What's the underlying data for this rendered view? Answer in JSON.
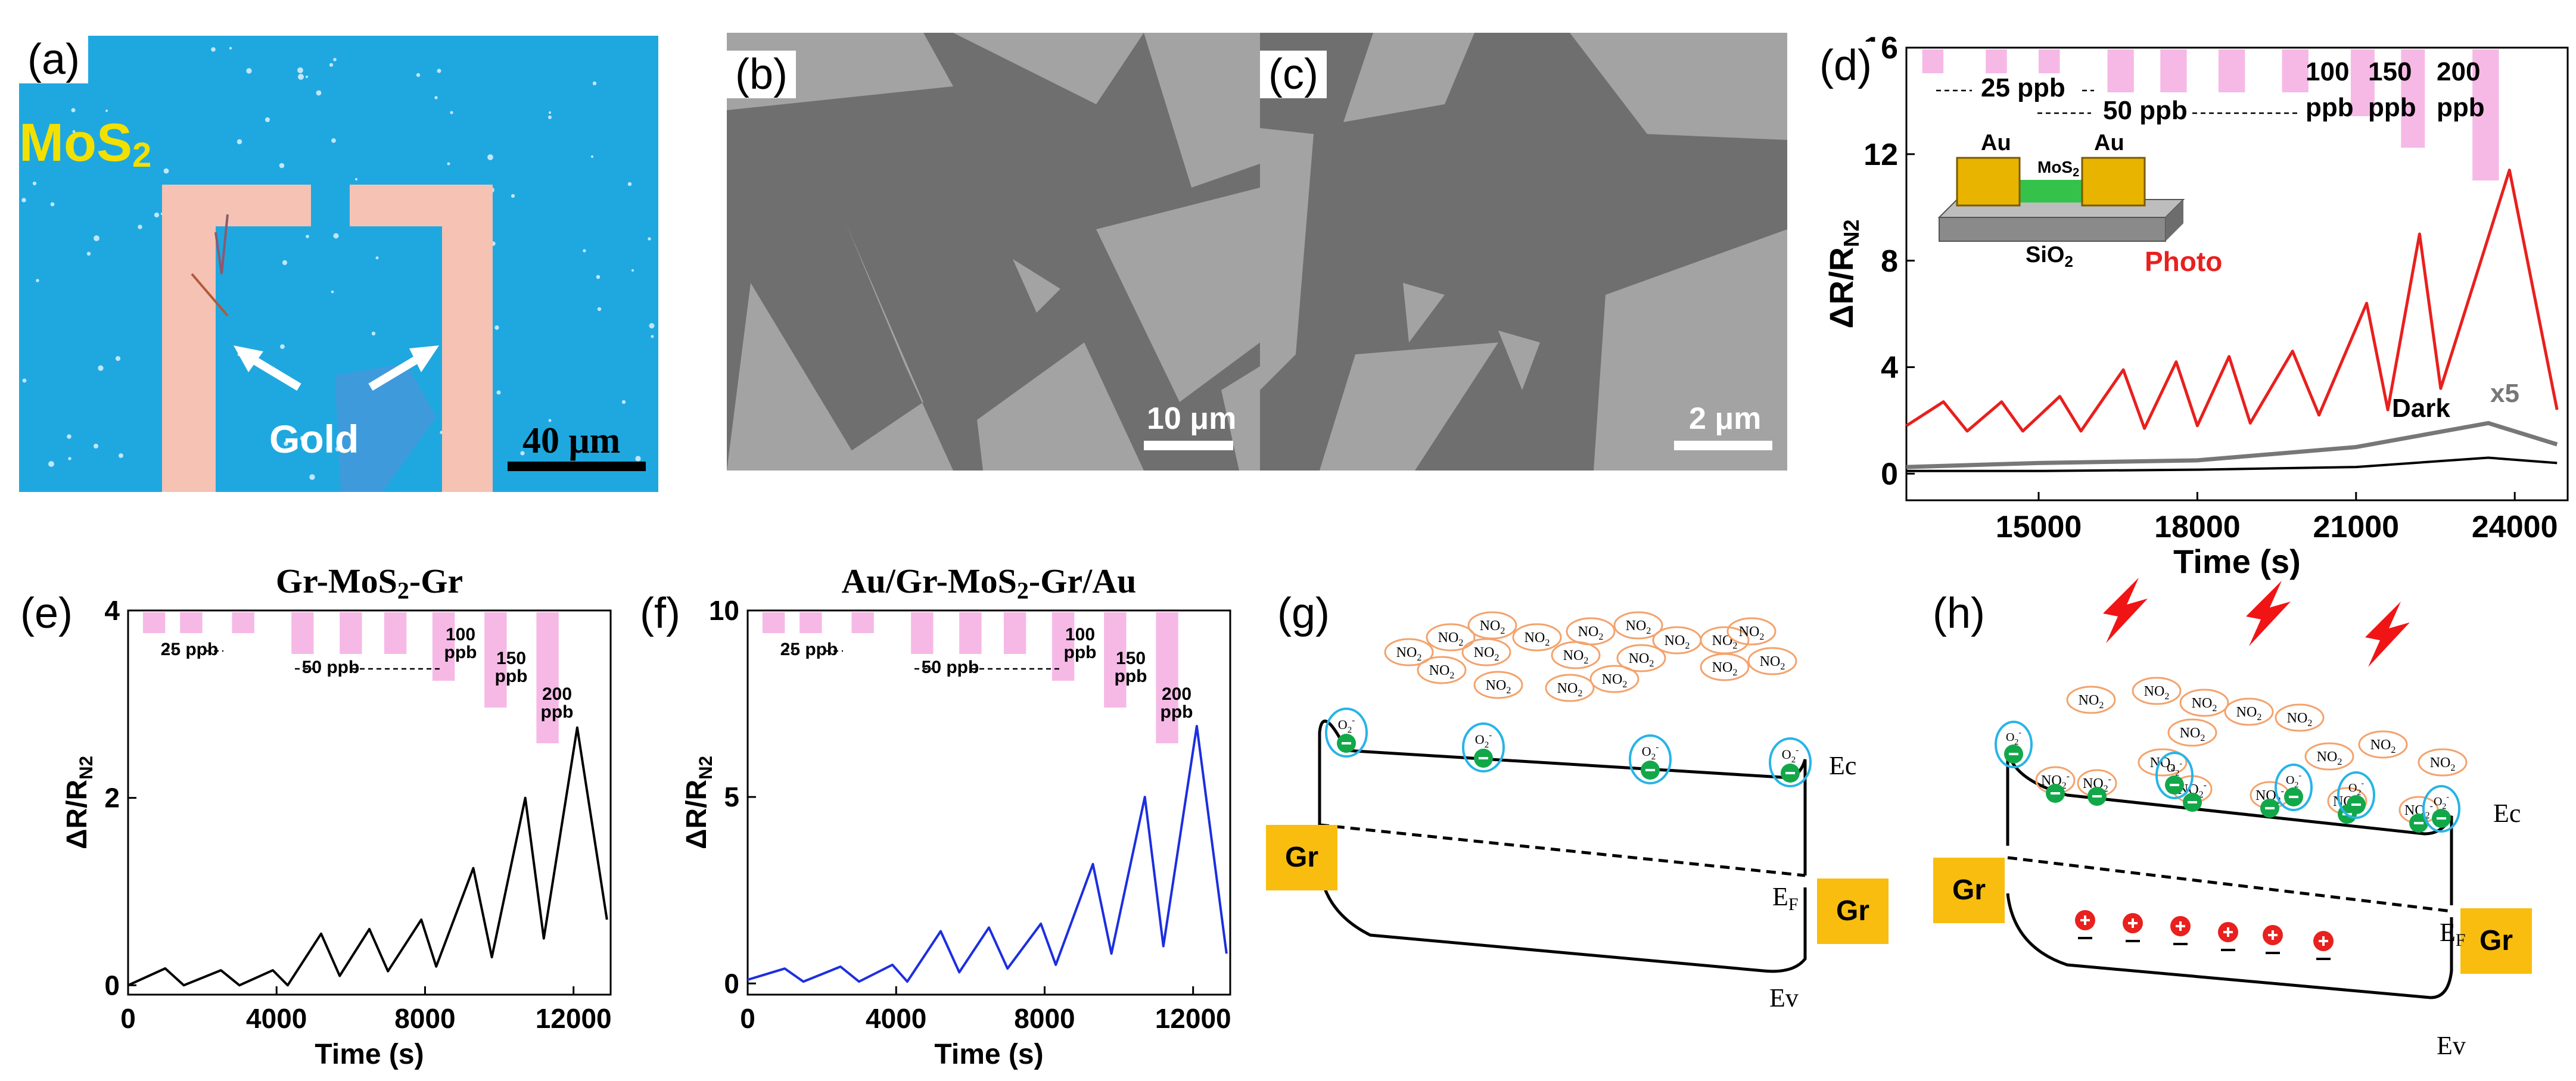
{
  "panels": {
    "a": {
      "label": "(a)",
      "material": "MoS",
      "material_sub": "2",
      "gold_label": "Gold",
      "scale_bar": "40 μm"
    },
    "b": {
      "label": "(b)",
      "scale_bar": "10 μm"
    },
    "c": {
      "label": "(c)",
      "scale_bar": "2 μm"
    },
    "d": {
      "label": "(d)",
      "xlabel": "Time (s)",
      "ylabel": "ΔR/R",
      "ylabel_sub": "N2",
      "photo_label": "Photo",
      "dark_label": "Dark",
      "x5_label": "x5",
      "conc_labels": [
        "25 ppb",
        "50 ppb",
        "100",
        "ppb",
        "150",
        "ppb",
        "200",
        "ppb"
      ],
      "device_labels": {
        "au_left": "Au",
        "mos2": "MoS",
        "mos2_sub": "2",
        "au_right": "Au",
        "sio2": "SiO",
        "sio2_sub": "2"
      },
      "xticks": [
        "15000",
        "18000",
        "21000",
        "24000"
      ],
      "yticks": [
        "0",
        "4",
        "8",
        "12",
        "16"
      ]
    },
    "e": {
      "label": "(e)",
      "title": "Gr-MoS",
      "title_sub": "2",
      "title_end": "-Gr",
      "xlabel": "Time (s)",
      "ylabel": "ΔR/R",
      "ylabel_sub": "N2",
      "conc_labels": [
        "25 ppb",
        "50 ppb",
        "100",
        "ppb",
        "150",
        "ppb",
        "200",
        "ppb"
      ],
      "xticks": [
        "0",
        "4000",
        "8000",
        "12000"
      ],
      "yticks": [
        "0",
        "2",
        "4"
      ]
    },
    "f": {
      "label": "(f)",
      "title": "Au/Gr-MoS",
      "title_sub": "2",
      "title_end": "-Gr/Au",
      "xlabel": "Time (s)",
      "ylabel": "ΔR/R",
      "ylabel_sub": "N2",
      "conc_labels": [
        "25 ppb",
        "50 ppb",
        "100",
        "ppb",
        "150",
        "ppb",
        "200",
        "ppb"
      ],
      "xticks": [
        "0",
        "4000",
        "8000",
        "12000"
      ],
      "yticks": [
        "0",
        "5",
        "10"
      ]
    },
    "g": {
      "label": "(g)",
      "gr": "Gr",
      "ec": "Ec",
      "ef": "E",
      "ef_sub": "F",
      "ev": "Ev",
      "no2": "NO",
      "no2_sub": "2",
      "o2": "O",
      "o2_sub": "2",
      "o2_sup": "-"
    },
    "h": {
      "label": "(h)",
      "gr": "Gr",
      "ec": "Ec",
      "ef": "E",
      "ef_sub": "F",
      "ev": "Ev",
      "no2": "NO",
      "no2_sub": "2",
      "o2": "O",
      "o2_sub": "2",
      "o2_sup": "-"
    }
  },
  "colors": {
    "substrate": "#1fa8e0",
    "gold_pad": "#f5c2b4",
    "sem_bg": "#6f6f6f",
    "sem_flake": "#a3a3a3",
    "photo": "#e8201e",
    "dark": "#000000",
    "x5": "#777777",
    "gas_pulse": "#f6b9e6",
    "gr_pad": "#f8bd0f",
    "blue_curve": "#1c2ee0",
    "o2_ring": "#28b4e6",
    "electron": "#12a84a",
    "hole": "#e8201e",
    "bolt": "#f01414",
    "no2_ring": "#f3a36c"
  },
  "chart_data": [
    {
      "type": "line",
      "panel": "d",
      "title": "",
      "xlabel": "Time (s)",
      "ylabel": "ΔR/RN2",
      "xlim": [
        12500,
        25000
      ],
      "ylim": [
        -1,
        16
      ],
      "series": [
        {
          "name": "Photo",
          "points": [
            [
              12500,
              1.8
            ],
            [
              13200,
              2.7
            ],
            [
              13650,
              1.6
            ],
            [
              14300,
              2.7
            ],
            [
              14700,
              1.6
            ],
            [
              15400,
              2.9
            ],
            [
              15800,
              1.6
            ],
            [
              16600,
              3.9
            ],
            [
              17000,
              1.7
            ],
            [
              17600,
              4.2
            ],
            [
              18000,
              1.8
            ],
            [
              18600,
              4.4
            ],
            [
              19000,
              1.9
            ],
            [
              19800,
              4.6
            ],
            [
              20300,
              2.2
            ],
            [
              21200,
              6.4
            ],
            [
              21600,
              2.4
            ],
            [
              22200,
              9.0
            ],
            [
              22600,
              3.2
            ],
            [
              23900,
              11.4
            ],
            [
              24800,
              2.4
            ]
          ]
        },
        {
          "name": "Dark",
          "points": [
            [
              12500,
              0.1
            ],
            [
              15000,
              0.1
            ],
            [
              18000,
              0.15
            ],
            [
              21000,
              0.25
            ],
            [
              23500,
              0.6
            ],
            [
              24800,
              0.4
            ]
          ]
        },
        {
          "name": "x5",
          "points": [
            [
              12500,
              0.25
            ],
            [
              15000,
              0.4
            ],
            [
              18000,
              0.5
            ],
            [
              21000,
              1.0
            ],
            [
              23500,
              1.9
            ],
            [
              24800,
              1.1
            ]
          ]
        }
      ]
    },
    {
      "type": "line",
      "panel": "e",
      "title": "Gr-MoS2-Gr",
      "xlabel": "Time (s)",
      "ylabel": "ΔR/RN2",
      "xlim": [
        0,
        13000
      ],
      "ylim": [
        -0.1,
        4
      ],
      "series": [
        {
          "name": "",
          "points": [
            [
              0,
              0
            ],
            [
              1000,
              0.18
            ],
            [
              1500,
              0
            ],
            [
              2500,
              0.16
            ],
            [
              3000,
              0
            ],
            [
              3900,
              0.16
            ],
            [
              4300,
              0
            ],
            [
              5200,
              0.55
            ],
            [
              5700,
              0.1
            ],
            [
              6500,
              0.6
            ],
            [
              7000,
              0.15
            ],
            [
              7900,
              0.7
            ],
            [
              8300,
              0.2
            ],
            [
              9300,
              1.25
            ],
            [
              9800,
              0.3
            ],
            [
              10700,
              2.0
            ],
            [
              11200,
              0.5
            ],
            [
              12100,
              2.75
            ],
            [
              12900,
              0.7
            ]
          ]
        }
      ]
    },
    {
      "type": "line",
      "panel": "f",
      "title": "Au/Gr-MoS2-Gr/Au",
      "xlabel": "Time (s)",
      "ylabel": "ΔR/RN2",
      "xlim": [
        0,
        13000
      ],
      "ylim": [
        -0.3,
        10
      ],
      "series": [
        {
          "name": "",
          "points": [
            [
              0,
              0.1
            ],
            [
              1000,
              0.4
            ],
            [
              1500,
              0.05
            ],
            [
              2500,
              0.45
            ],
            [
              3000,
              0.05
            ],
            [
              3900,
              0.5
            ],
            [
              4300,
              0.05
            ],
            [
              5200,
              1.4
            ],
            [
              5700,
              0.3
            ],
            [
              6500,
              1.5
            ],
            [
              7000,
              0.4
            ],
            [
              7900,
              1.6
            ],
            [
              8300,
              0.5
            ],
            [
              9300,
              3.2
            ],
            [
              9800,
              0.8
            ],
            [
              10700,
              5.0
            ],
            [
              11200,
              1.0
            ],
            [
              12100,
              6.9
            ],
            [
              12900,
              0.8
            ]
          ]
        }
      ]
    }
  ]
}
